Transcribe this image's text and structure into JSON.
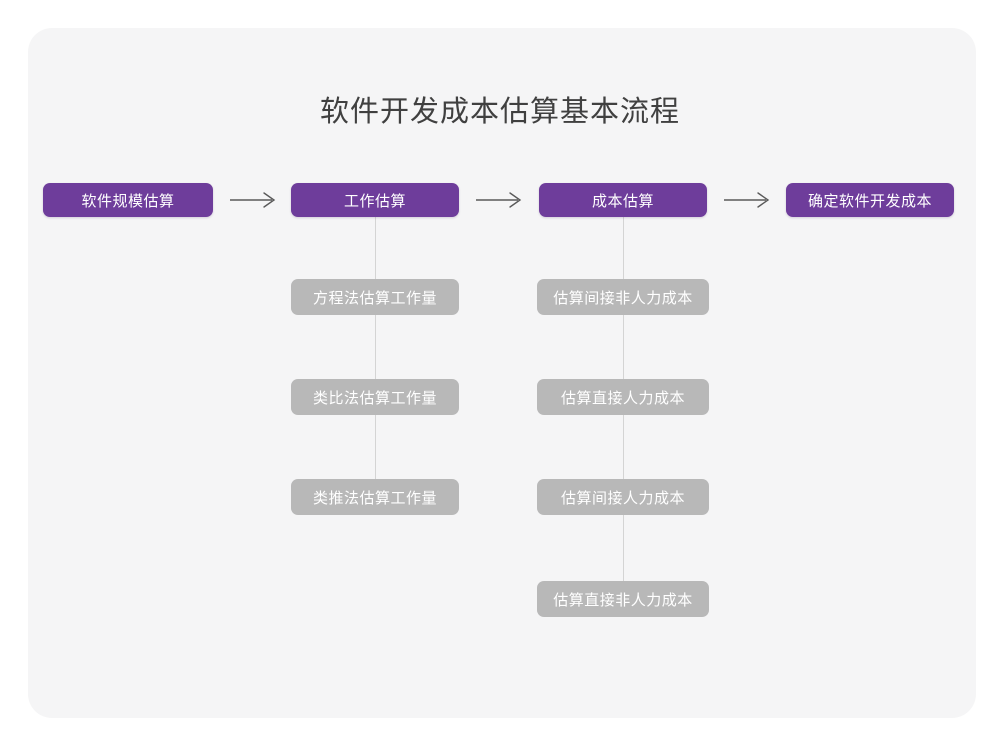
{
  "page": {
    "background_color": "#ffffff",
    "panel_color": "#f5f5f6"
  },
  "diagram": {
    "title": "软件开发成本估算基本流程",
    "accent_color": "#6e3d9b",
    "muted_color": "#b8b8b8",
    "connector_color": "#d4d4d4",
    "title_color": "#404040",
    "stages": [
      {
        "id": "stage-1",
        "label": "软件规模估算",
        "substeps": []
      },
      {
        "id": "stage-2",
        "label": "工作估算",
        "substeps": [
          {
            "id": "substep-equation-method",
            "label": "方程法估算工作量"
          },
          {
            "id": "substep-analogy-method",
            "label": "类比法估算工作量"
          },
          {
            "id": "substep-inference-method",
            "label": "类推法估算工作量"
          }
        ]
      },
      {
        "id": "stage-3",
        "label": "成本估算",
        "substeps": [
          {
            "id": "substep-indirect-nonlabor-cost",
            "label": "估算间接非人力成本"
          },
          {
            "id": "substep-direct-labor-cost",
            "label": "估算直接人力成本"
          },
          {
            "id": "substep-indirect-labor-cost",
            "label": "估算间接人力成本"
          },
          {
            "id": "substep-direct-nonlabor-cost",
            "label": "估算直接非人力成本"
          }
        ]
      },
      {
        "id": "stage-4",
        "label": "确定软件开发成本",
        "substeps": []
      }
    ],
    "connectors": [
      {
        "id": "arrow-stage1-stage2",
        "icon": "arrow-right-icon"
      },
      {
        "id": "arrow-stage2-stage3",
        "icon": "arrow-right-icon"
      },
      {
        "id": "arrow-stage3-stage4",
        "icon": "arrow-right-icon"
      }
    ]
  }
}
